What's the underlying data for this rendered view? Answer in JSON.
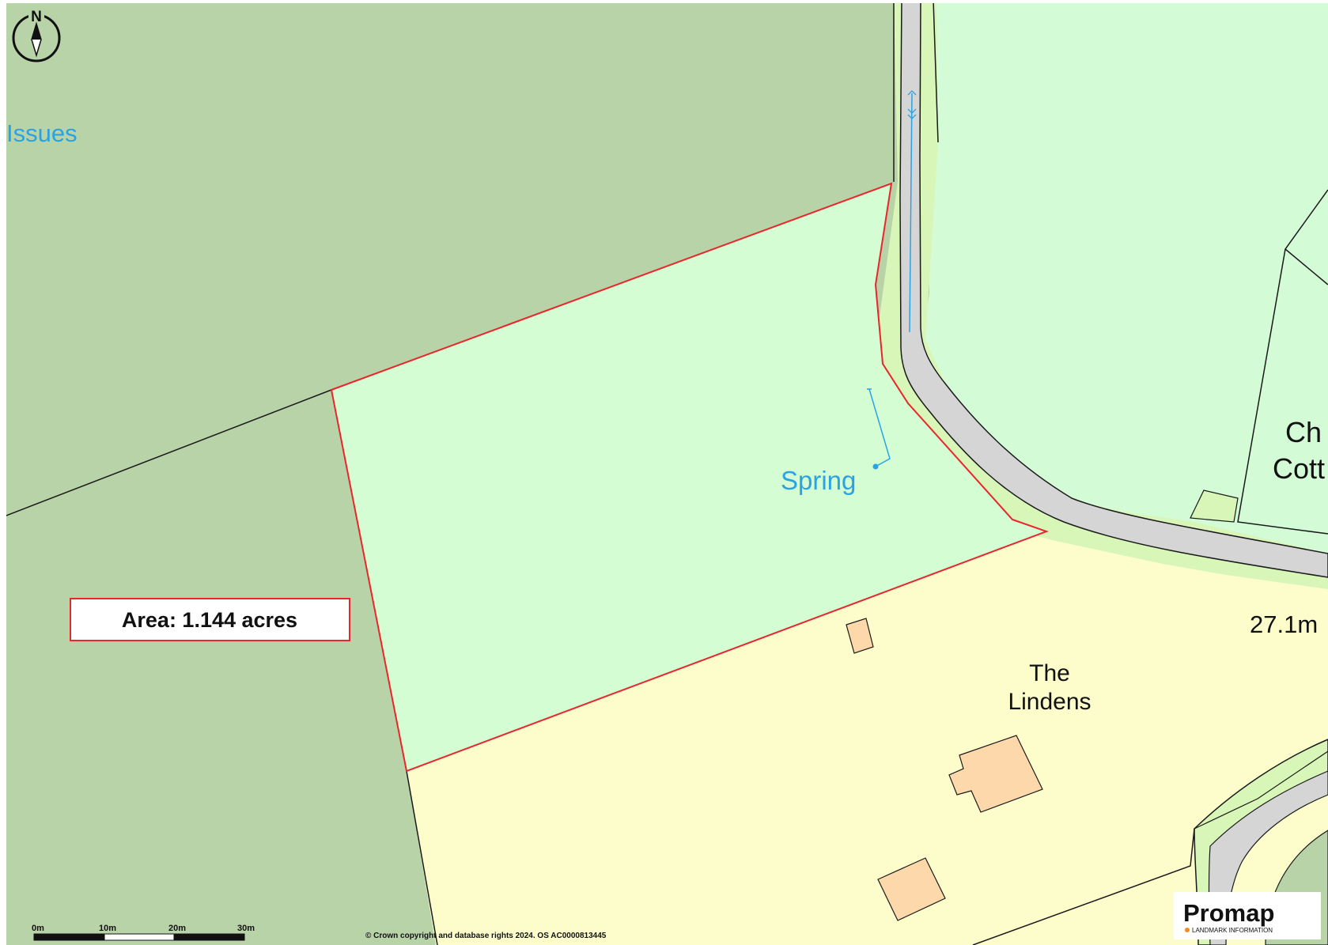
{
  "map": {
    "labels": {
      "issues": "Issues",
      "spring": "Spring",
      "the": "The",
      "lindens": "Lindens",
      "ch": "Ch",
      "cott": "Cott",
      "height": "27.1m"
    },
    "area_box": {
      "text": "Area: 1.144 acres"
    },
    "north_arrow": {
      "letter": "N",
      "icon": "north-arrow-icon"
    },
    "scale_bar": {
      "ticks": [
        "0m",
        "10m",
        "20m",
        "30m"
      ]
    },
    "copyright": "© Crown copyright and database rights 2024. OS AC0000813445",
    "logo": {
      "name": "Promap",
      "tagline": "LANDMARK INFORMATION"
    },
    "colors": {
      "woodland": "#b9d3a8",
      "grass": "#d3fbd6",
      "plot_green": "#d5fdd4",
      "verge": "#d8f6b7",
      "garden": "#fdfdcb",
      "road": "#d5d5d5",
      "building": "#fdd8ab",
      "boundary_red": "#e8262c",
      "water_blue": "#2ba3e2"
    }
  }
}
